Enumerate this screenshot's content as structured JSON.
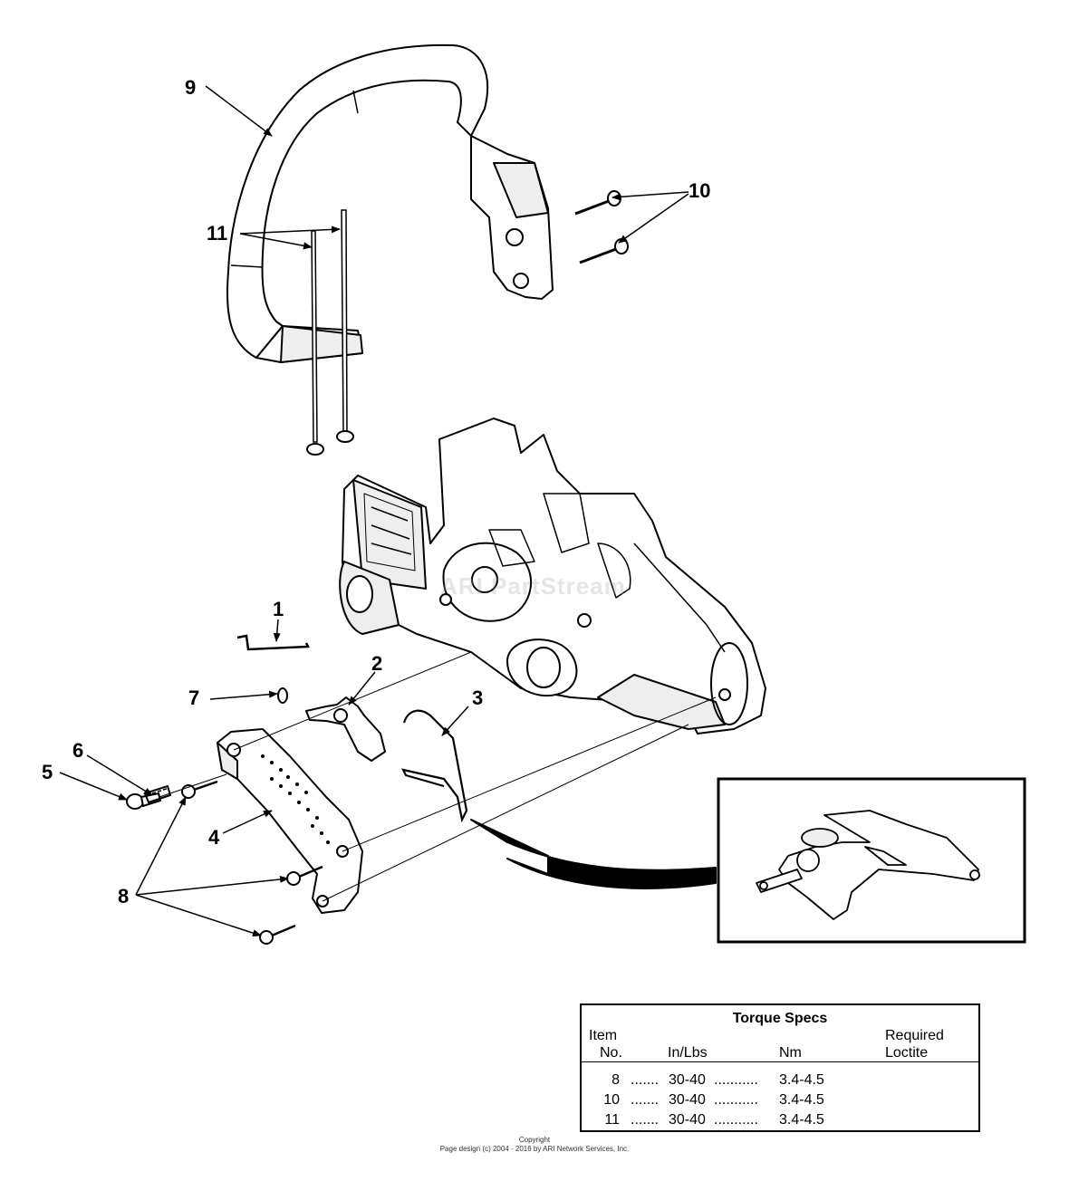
{
  "callouts": [
    {
      "id": "1",
      "label": "1"
    },
    {
      "id": "2",
      "label": "2"
    },
    {
      "id": "3",
      "label": "3"
    },
    {
      "id": "4",
      "label": "4"
    },
    {
      "id": "5",
      "label": "5"
    },
    {
      "id": "6",
      "label": "6"
    },
    {
      "id": "7",
      "label": "7"
    },
    {
      "id": "8",
      "label": "8"
    },
    {
      "id": "9",
      "label": "9"
    },
    {
      "id": "10",
      "label": "10"
    },
    {
      "id": "11",
      "label": "11"
    }
  ],
  "torque_table": {
    "title": "Torque Specs",
    "headers": {
      "item_line1": "Item",
      "item_line2": "No.",
      "inlbs": "In/Lbs",
      "nm": "Nm",
      "loctite_line1": "Required",
      "loctite_line2": "Loctite"
    },
    "rows": [
      {
        "item": "8",
        "inlbs": "30-40",
        "nm": "3.4-4.5"
      },
      {
        "item": "10",
        "inlbs": "30-40",
        "nm": "3.4-4.5"
      },
      {
        "item": "11",
        "inlbs": "30-40",
        "nm": "3.4-4.5"
      }
    ]
  },
  "footer": {
    "line1": "Copyright",
    "line2": "Page design (c) 2004 - 2016 by ARI Network Services, Inc."
  },
  "watermark": "ARI PartStream",
  "colors": {
    "ink": "#000000",
    "fill": "#ffffff",
    "shade": "#e6e6e6"
  }
}
